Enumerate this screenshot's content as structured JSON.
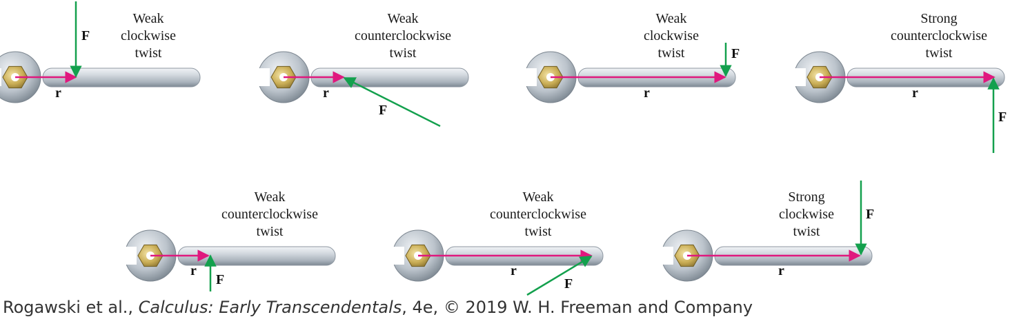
{
  "colors": {
    "r_vector": "#e0187e",
    "f_vector": "#13a04d",
    "wrench_light": "#e8ecf0",
    "wrench_mid": "#b9c1c9",
    "wrench_dark": "#7c8792",
    "nut": "#c8ad55"
  },
  "labels": {
    "r": "r",
    "f": "F"
  },
  "panels": [
    {
      "caption": [
        "Weak",
        "clockwise",
        "twist"
      ]
    },
    {
      "caption": [
        "Weak",
        "counterclockwise",
        "twist"
      ]
    },
    {
      "caption": [
        "Weak",
        "clockwise",
        "twist"
      ]
    },
    {
      "caption": [
        "Strong",
        "counterclockwise",
        "twist"
      ]
    },
    {
      "caption": [
        "Weak",
        "counterclockwise",
        "twist"
      ]
    },
    {
      "caption": [
        "Weak",
        "counterclockwise",
        "twist"
      ]
    },
    {
      "caption": [
        "Strong",
        "clockwise",
        "twist"
      ]
    }
  ],
  "credit": {
    "authors": "Rogawski et al., ",
    "title": "Calculus: Early Transcendentals",
    "rest": ", 4e, © 2019 W. H. Freeman and Company"
  }
}
